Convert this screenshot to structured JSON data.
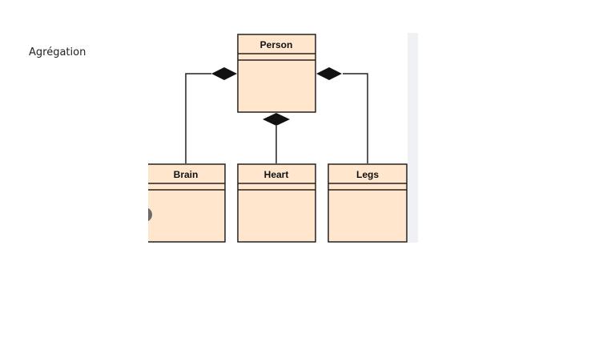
{
  "caption": "Agrégation",
  "diagram": {
    "fill": "#ffe6cc",
    "stroke": "#222222",
    "classes": {
      "person": "Person",
      "brain": "Brain",
      "heart": "Heart",
      "legs": "Legs"
    }
  }
}
